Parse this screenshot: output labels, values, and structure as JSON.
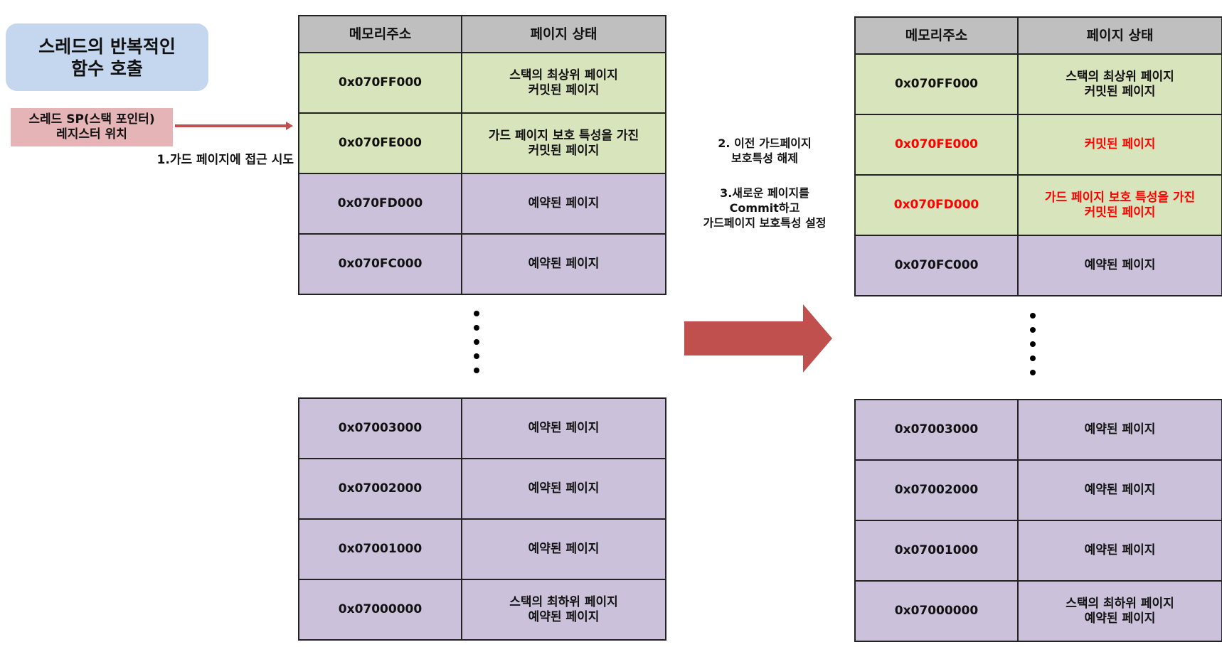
{
  "title_box": {
    "line1": "스레드의 반복적인",
    "line2": "함수 호출"
  },
  "sp_box": {
    "line1": "스레드 SP(스택 포인터)",
    "line2": "레지스터 위치"
  },
  "access_note": "1.가드 페이지에 접근 시도",
  "mid_notes": {
    "step2_line1": "2. 이전 가드페이지",
    "step2_line2": "보호특성 해제",
    "step3_line1": "3.새로운 페이지를",
    "step3_line2": "Commit하고",
    "step3_line3": "가드페이지 보호특성 설정"
  },
  "headers": {
    "address": "메모리주소",
    "state": "페이지 상태"
  },
  "colors": {
    "committed": "#d8e4bc",
    "reserved": "#ccc1da",
    "header": "#bfbfbf",
    "arrow": "#c0504d",
    "changed_text": "#ff0000"
  },
  "before": {
    "top": [
      {
        "addr": "0x070FF000",
        "state1": "스택의 최상위 페이지",
        "state2": "커밋된 페이지"
      },
      {
        "addr": "0x070FE000",
        "state1": "가드 페이지 보호 특성을 가진",
        "state2": "커밋된 페이지"
      },
      {
        "addr": "0x070FD000",
        "state1": "예약된 페이지",
        "state2": ""
      },
      {
        "addr": "0x070FC000",
        "state1": "예약된 페이지",
        "state2": ""
      }
    ],
    "bottom": [
      {
        "addr": "0x07003000",
        "state1": "예약된 페이지",
        "state2": ""
      },
      {
        "addr": "0x07002000",
        "state1": "예약된 페이지",
        "state2": ""
      },
      {
        "addr": "0x07001000",
        "state1": "예약된 페이지",
        "state2": ""
      },
      {
        "addr": "0x07000000",
        "state1": "스택의 최하위 페이지",
        "state2": "예약된 페이지"
      }
    ]
  },
  "after": {
    "top": [
      {
        "addr": "0x070FF000",
        "state1": "스택의 최상위 페이지",
        "state2": "커밋된 페이지"
      },
      {
        "addr": "0x070FE000",
        "state1": "커밋된 페이지",
        "state2": ""
      },
      {
        "addr": "0x070FD000",
        "state1": "가드 페이지 보호 특성을 가진",
        "state2": "커밋된 페이지"
      },
      {
        "addr": "0x070FC000",
        "state1": "예약된 페이지",
        "state2": ""
      }
    ],
    "bottom": [
      {
        "addr": "0x07003000",
        "state1": "예약된 페이지",
        "state2": ""
      },
      {
        "addr": "0x07002000",
        "state1": "예약된 페이지",
        "state2": ""
      },
      {
        "addr": "0x07001000",
        "state1": "예약된 페이지",
        "state2": ""
      },
      {
        "addr": "0x07000000",
        "state1": "스택의 최하위 페이지",
        "state2": "예약된 페이지"
      }
    ]
  }
}
